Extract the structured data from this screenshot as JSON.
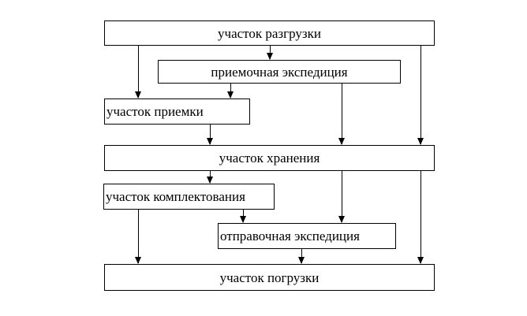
{
  "diagram": {
    "type": "flowchart",
    "background_color": "#ffffff",
    "line_color": "#000000",
    "nodes": [
      {
        "id": "unloading-area",
        "label": "участок разгрузки"
      },
      {
        "id": "receiving-expedition",
        "label": "приемочная экспедиция"
      },
      {
        "id": "receiving-area",
        "label": "участок приемки"
      },
      {
        "id": "storage-area",
        "label": "участок хранения"
      },
      {
        "id": "picking-area",
        "label": "участок комплектования"
      },
      {
        "id": "dispatch-expedition",
        "label": "отправочная экспедиция"
      },
      {
        "id": "loading-area",
        "label": "участок погрузки"
      }
    ],
    "edges": [
      {
        "from": "участок разгрузки",
        "to": "участок приемки"
      },
      {
        "from": "участок разгрузки",
        "to": "приемочная экспедиция"
      },
      {
        "from": "участок разгрузки",
        "to": "участок хранения"
      },
      {
        "from": "приемочная экспедиция",
        "to": "участок приемки"
      },
      {
        "from": "приемочная экспедиция",
        "to": "участок хранения"
      },
      {
        "from": "участок приемки",
        "to": "участок хранения"
      },
      {
        "from": "участок хранения",
        "to": "участок комплектования"
      },
      {
        "from": "участок хранения",
        "to": "отправочная экспедиция"
      },
      {
        "from": "участок хранения",
        "to": "участок погрузки"
      },
      {
        "from": "участок комплектования",
        "to": "отправочная экспедиция"
      },
      {
        "from": "участок комплектования",
        "to": "участок погрузки"
      },
      {
        "from": "отправочная экспедиция",
        "to": "участок погрузки"
      }
    ]
  }
}
